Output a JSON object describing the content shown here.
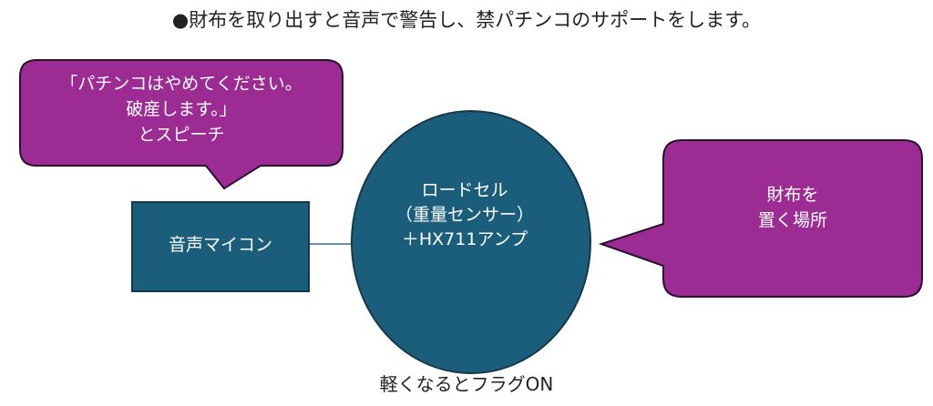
{
  "title": "●財布を取り出すと音声で警告し、禁パチンコのサポートをします。",
  "speech_bubble": {
    "lines": [
      "「パチンコはやめてください。",
      "破産します。」",
      "とスピーチ"
    ]
  },
  "voice_box": {
    "label": "音声マイコン"
  },
  "sensor_node": {
    "lines": [
      "ロードセル",
      "（重量センサー）",
      "＋HX711アンプ"
    ]
  },
  "wallet_bubble": {
    "lines": [
      "財布を",
      "置く場所"
    ]
  },
  "caption": "軽くなるとフラグON",
  "colors": {
    "box_fill": "#1b5e7b",
    "box_border": "#16384a",
    "bubble_fill": "#9c2c93",
    "bubble_border": "#2a1030",
    "connector": "#6a8fb5"
  }
}
